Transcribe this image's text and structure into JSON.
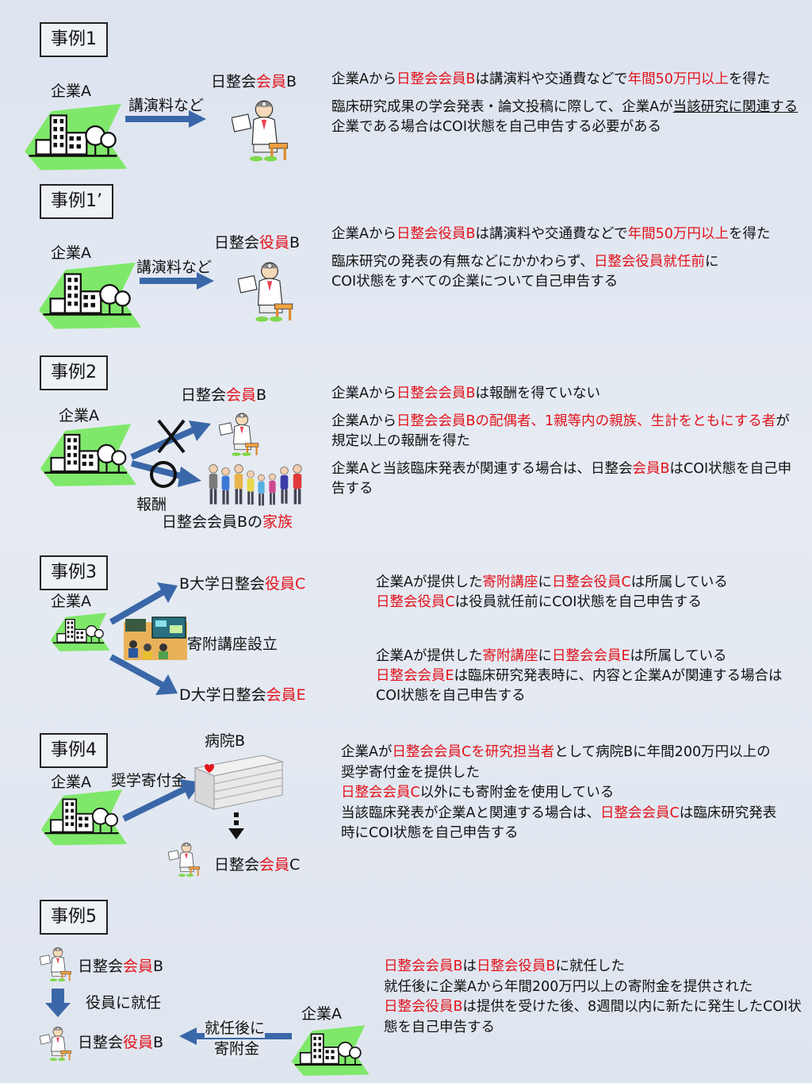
{
  "colors": {
    "accent_red": "#e3121b",
    "arrow_blue": "#3a67a8",
    "company_green": "#7fe86a"
  },
  "icons": {
    "company": "company-building-icon",
    "doctor": "doctor-icon",
    "family": "family-icon",
    "hospital": "hospital-building-icon",
    "lecture": "lecture-room-icon"
  },
  "case1": {
    "title": "事例1",
    "company": "企業A",
    "arrow": "講演料など",
    "recipient": {
      "pre": "日整会",
      "red": "会員",
      "post": "B"
    },
    "desc1": {
      "t1": "企業Aから",
      "r1": "日整会会員B",
      "t2": "は講演料や交通費などで",
      "r2": "年間50万円以上",
      "t3": "を得た"
    },
    "desc2": {
      "t1": "臨床研究成果の学会発表・論文投稿に際して、企業Aが",
      "u1": "当該研究に関連する",
      "t2": "企業である場合はCOI状態を自己申告する必要がある"
    }
  },
  "case1p": {
    "title": "事例1’",
    "company": "企業A",
    "arrow": "講演料など",
    "recipient": {
      "pre": "日整会",
      "red": "役員",
      "post": "B"
    },
    "desc1": {
      "t1": "企業Aから",
      "r1": "日整会役員B",
      "t2": "は講演料や交通費などで",
      "r2": "年間50万円以上",
      "t3": "を得た"
    },
    "desc2": {
      "t1": "臨床研究の発表の有無などにかかわらず、",
      "r1": "日整会役員就任前",
      "t2": "に",
      "t3": "COI状態をすべての企業について自己申告する"
    }
  },
  "case2": {
    "title": "事例2",
    "company": "企業A",
    "recipient": {
      "pre": "日整会",
      "red": "会員",
      "post": "B"
    },
    "reward": "報酬",
    "family": {
      "pre": "日整会会員Bの",
      "red": "家族"
    },
    "desc1": {
      "t1": "企業Aから",
      "r1": "日整会会員B",
      "t2": "は報酬を得ていない"
    },
    "desc2": {
      "t1": "企業Aから",
      "r1": "日整会会員Bの配偶者、1親等内の親族、生計をともにする者",
      "t2": "が規定以上の報酬を得た"
    },
    "desc3": {
      "t1": "企業Aと当該臨床発表が関連する場合は、日整会",
      "r1": "会員B",
      "t2": "はCOI状態を自己申告する"
    }
  },
  "case3": {
    "title": "事例3",
    "company": "企業A",
    "upper": {
      "pre": "B大学日整会",
      "red": "役員C"
    },
    "middle": "寄附講座設立",
    "lower": {
      "pre": "D大学日整会",
      "red": "会員E"
    },
    "desc1": {
      "t1": "企業Aが提供した",
      "r1": "寄附講座",
      "t2": "に",
      "r2": "日整会役員C",
      "t3": "は所属している"
    },
    "desc2": {
      "r1": "日整会役員C",
      "t1": "は役員就任前にCOI状態を自己申告する"
    },
    "desc3": {
      "t1": "企業Aが提供した",
      "r1": "寄附講座",
      "t2": "に",
      "r2": "日整会会員E",
      "t3": "は所属している"
    },
    "desc4": {
      "r1": "日整会会員E",
      "t1": "は臨床研究発表時に、内容と企業Aが関連する場合はCOI状態を自己申告する"
    }
  },
  "case4": {
    "title": "事例4",
    "company": "企業A",
    "arrow": "奨学寄付金",
    "hospital": "病院B",
    "recipient": {
      "pre": "日整会",
      "red": "会員",
      "post": "C"
    },
    "l1": {
      "t1": "企業Aが",
      "r1": "日整会会員Cを研究担当者",
      "t2": "として病院Bに年間200万円以上の奨学寄付金を提供した"
    },
    "l2": {
      "r1": "日整会会員C",
      "t1": "以外にも寄附金を使用している"
    },
    "l3": {
      "t1": "当該臨床発表が企業Aと関連する場合は、",
      "r1": "日整会会員C",
      "t2": "は臨床研究発表時にCOI状態を自己申告する"
    }
  },
  "case5": {
    "title": "事例5",
    "member": {
      "pre": "日整会",
      "red": "会員",
      "post": "B"
    },
    "appointed": "役員に就任",
    "officer": {
      "pre": "日整会",
      "red": "役員",
      "post": "B"
    },
    "arrow_l1": "就任後に",
    "arrow_l2": "寄附金",
    "company": "企業A",
    "l1": {
      "r1": "日整会会員B",
      "t1": "は",
      "r2": "日整会役員B",
      "t2": "に就任した"
    },
    "l2": {
      "t1": "就任後に企業Aから年間200万円以上の寄附金を提供された"
    },
    "l3": {
      "r1": "日整会役員B",
      "t1": "は提供を受けた後、8週間以内に新たに発生したCOI状態を自己申告する"
    }
  }
}
